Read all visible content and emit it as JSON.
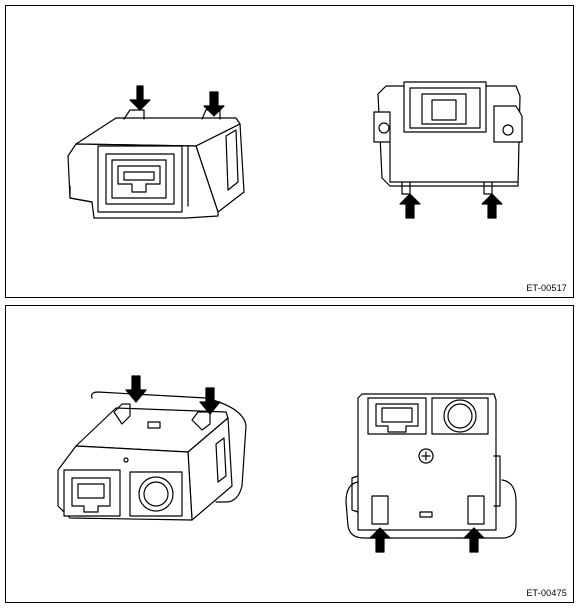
{
  "panels": [
    {
      "code": "ET-00517",
      "views": [
        "connector-front-angled",
        "connector-rear"
      ],
      "arrow_count": 4
    },
    {
      "code": "ET-00475",
      "views": [
        "switch-front-angled",
        "switch-rear"
      ],
      "arrow_count": 4
    }
  ],
  "colors": {
    "line": "#000000",
    "fill": "#ffffff",
    "arrow": "#000000"
  }
}
